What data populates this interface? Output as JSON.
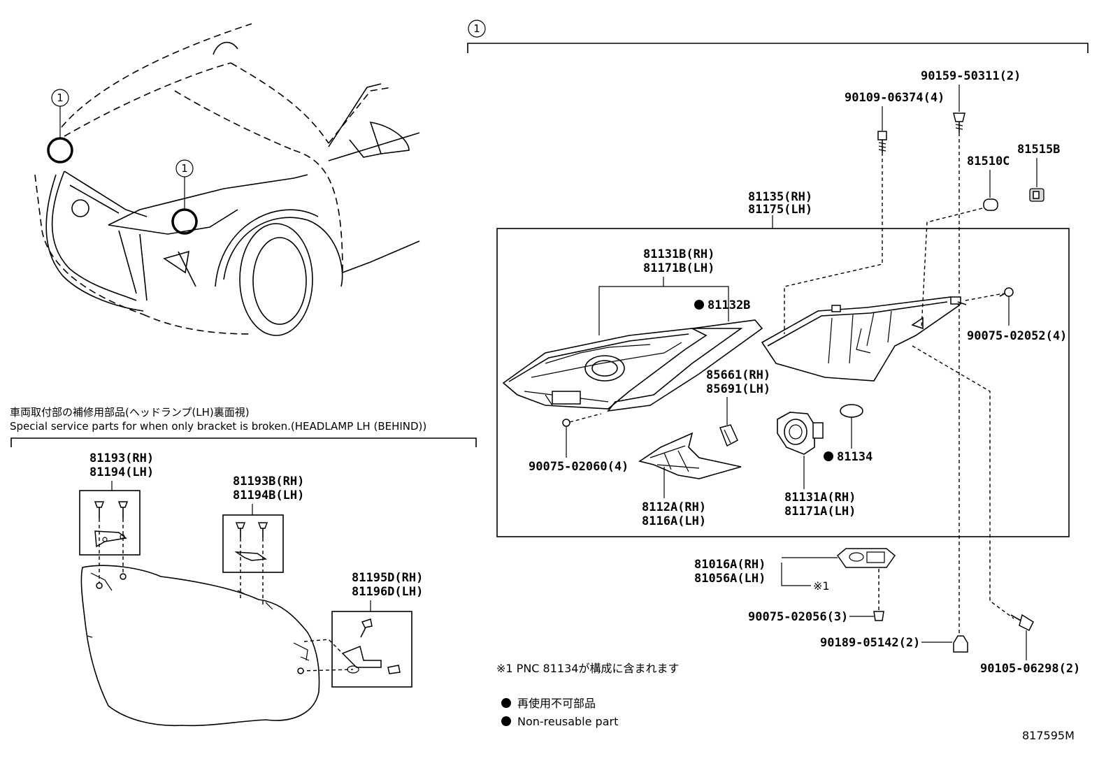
{
  "callout_number": "1",
  "labels": {
    "p90159": "90159-50311(2)",
    "p90109": "90109-06374(4)",
    "p81515B": "81515B",
    "p81510C": "81510C",
    "p81135": "81135(RH)",
    "p81175": "81175(LH)",
    "p81131B": "81131B(RH)",
    "p81171B": "81171B(LH)",
    "p81132B": "81132B",
    "p90075_02052": "90075-02052(4)",
    "p85661": "85661(RH)",
    "p85691": "85691(LH)",
    "p90075_02060": "90075-02060(4)",
    "p81134": "81134",
    "p8112A": "8112A(RH)",
    "p8116A": "8116A(LH)",
    "p81131A": "81131A(RH)",
    "p81171A": "81171A(LH)",
    "p81016A": "81016A(RH)",
    "p81056A": "81056A(LH)",
    "note_ref": "※1",
    "p90075_02056": "90075-02056(3)",
    "p90189": "90189-05142(2)",
    "p90105": "90105-06298(2)",
    "p81193": "81193(RH)",
    "p81194": "81194(LH)",
    "p81193B": "81193B(RH)",
    "p81194B": "81194B(LH)",
    "p81195D": "81195D(RH)",
    "p81196D": "81196D(LH)"
  },
  "bracket_section": {
    "title_jp": "車両取付部の補修用部品(ヘッドランプ(LH)裏面視)",
    "title_en": "Special service parts for when only bracket is broken.(HEADLAMP LH (BEHIND))"
  },
  "notes": {
    "pnc_note": "※1 PNC 81134が構成に含まれます",
    "legend_jp": "再使用不可部品",
    "legend_en": "Non-reusable part"
  },
  "figure_id": "817595M"
}
